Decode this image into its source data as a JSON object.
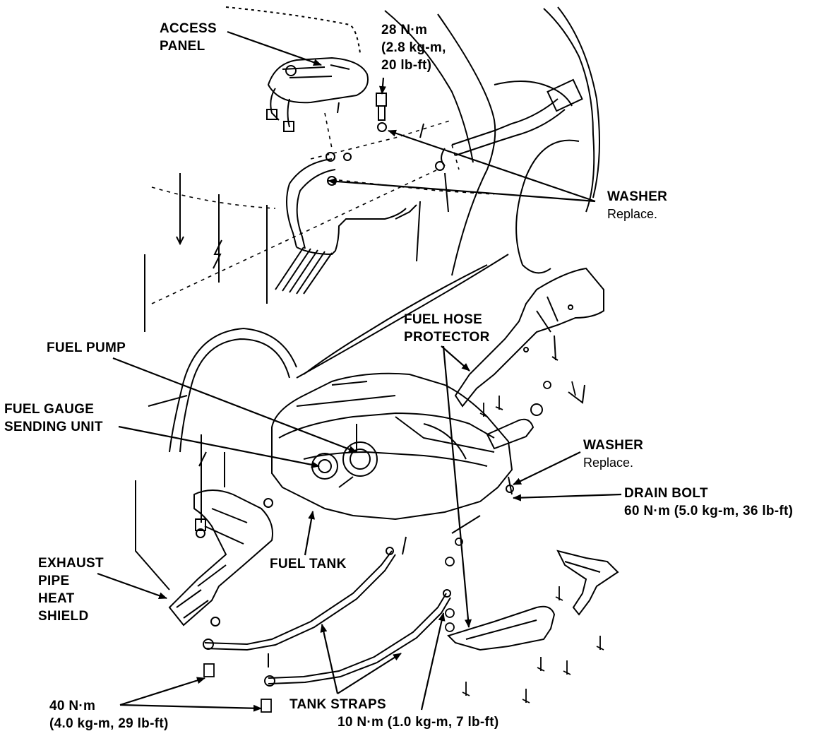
{
  "labels": {
    "access_panel": [
      "ACCESS",
      "PANEL"
    ],
    "torque_28": [
      "28 N·m",
      "(2.8 kg-m,",
      "20 lb-ft)"
    ],
    "washer_top": {
      "title": "WASHER",
      "note": "Replace."
    },
    "fuel_hose_protector": [
      "FUEL HOSE",
      "PROTECTOR"
    ],
    "fuel_pump": "FUEL PUMP",
    "fuel_gauge_sending_unit": [
      "FUEL GAUGE",
      "SENDING UNIT"
    ],
    "washer_right": {
      "title": "WASHER",
      "note": "Replace."
    },
    "drain_bolt": {
      "title": "DRAIN BOLT",
      "torque": "60 N·m (5.0 kg-m, 36 lb-ft)"
    },
    "exhaust_pipe_heat_shield": [
      "EXHAUST",
      "PIPE",
      "HEAT",
      "SHIELD"
    ],
    "fuel_tank": "FUEL TANK",
    "torque_40": [
      "40 N·m",
      "(4.0 kg-m, 29 lb-ft)"
    ],
    "tank_straps": "TANK STRAPS",
    "torque_10": "10 N·m (1.0 kg-m, 7 lb-ft)"
  }
}
